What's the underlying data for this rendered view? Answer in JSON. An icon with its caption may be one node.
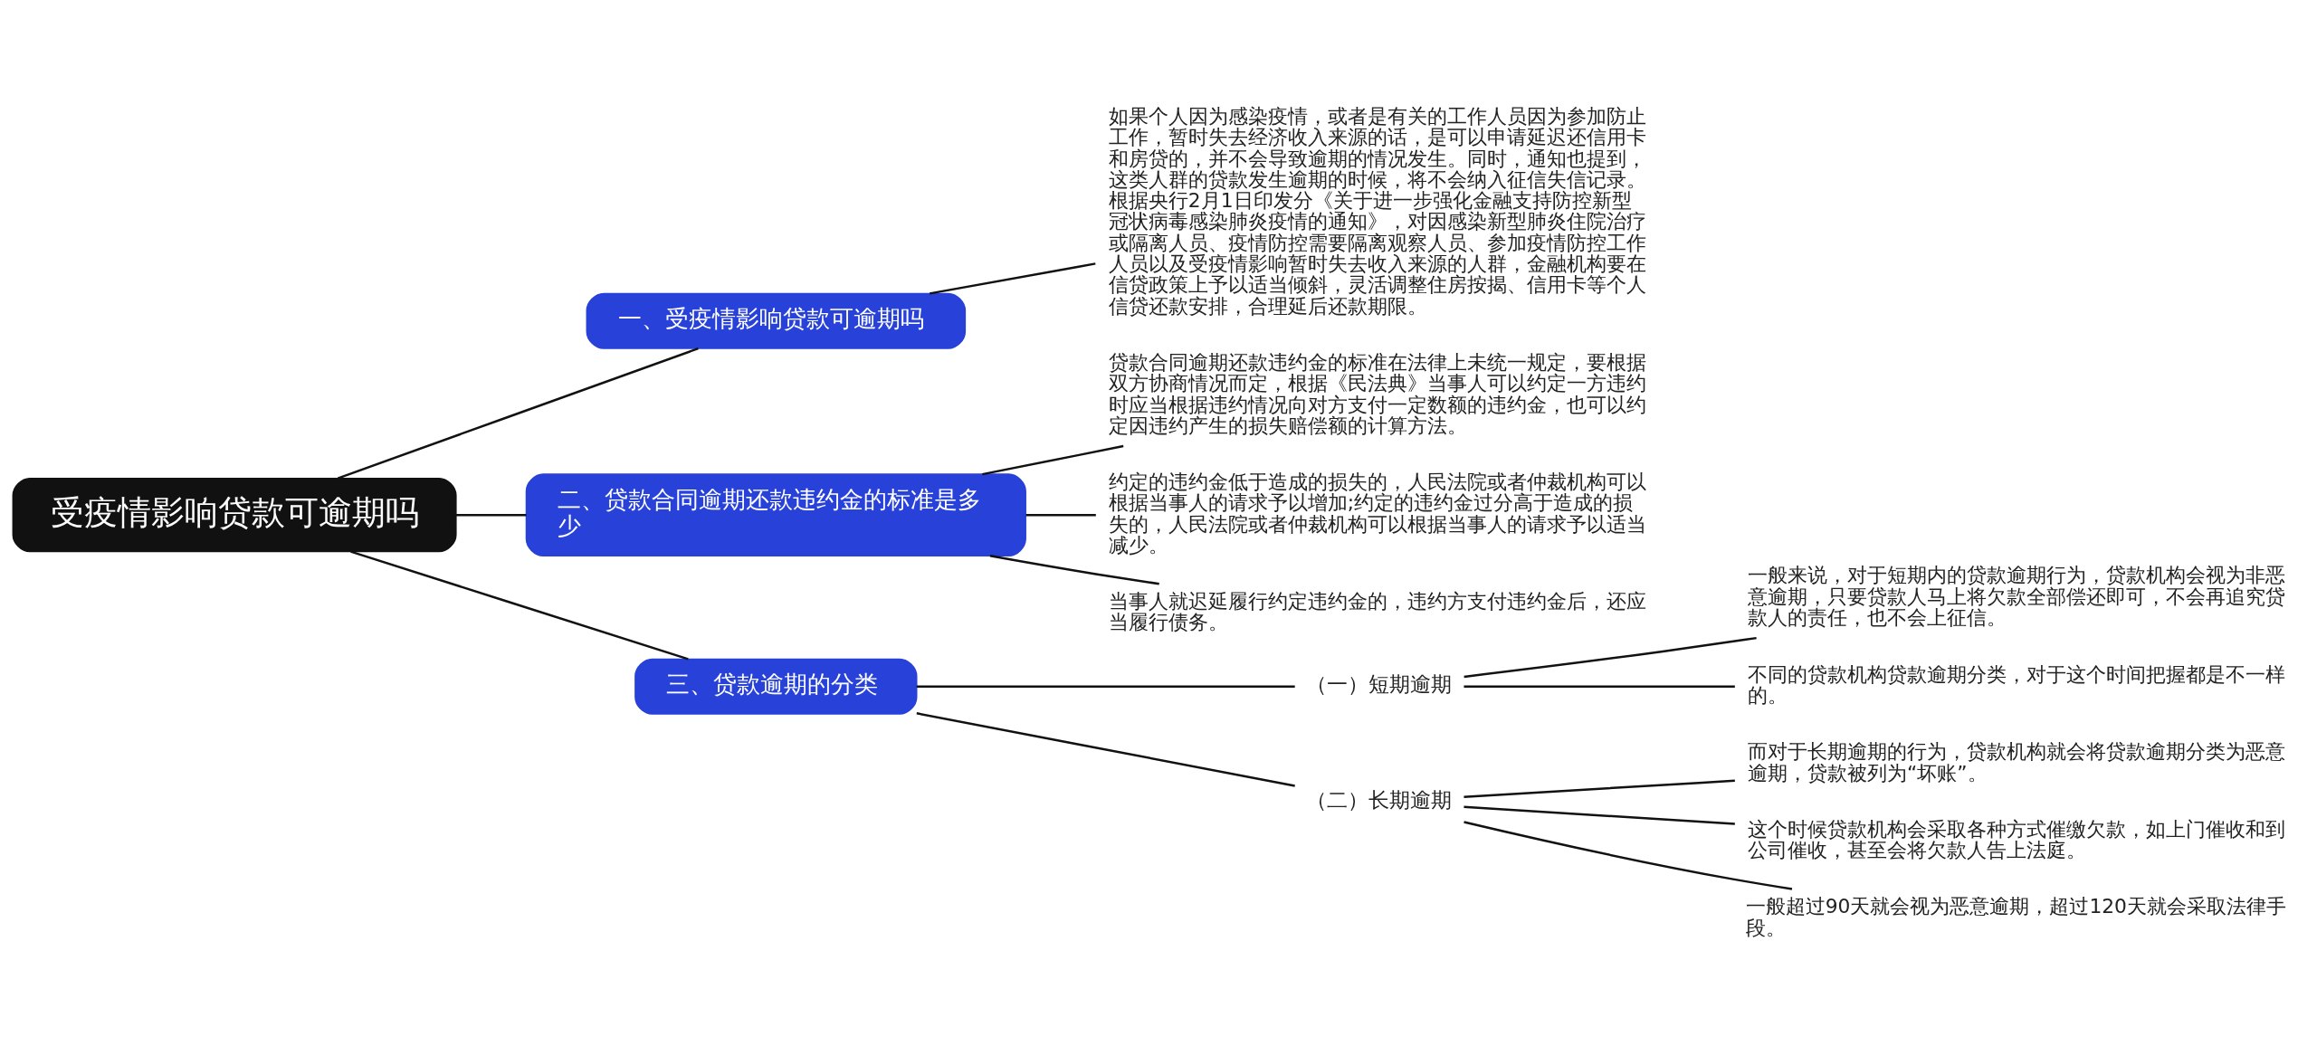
{
  "diagram": {
    "nodes": [
      {
        "text": [
          "受疫情影响贷款可逾期吗"
        ]
      },
      {
        "text": [
          "一、受疫情影响贷款可逾期吗"
        ]
      },
      {
        "text": [
          "如果个人因为感染疫情，或者是有关的工作人员因为参加防止工作，暂时失去经济收入来源的话，是可以申请延迟还信用卡和房贷的，并不会导致逾期的情况发生。同时，通知也提到，这类人群的贷款发生逾期的时候，将不会纳入征信失信记录。根据央行2月1日印发分《关于进一步强化金融支持防控新型冠状病毒感染肺炎疫情的通知》，对因感染新型肺炎住院治疗或隔离人员、疫情防控需要隔离观察人员、参加疫情防控工作人员以及受疫情影响暂时失去收入来源的人群，金融机构要在信贷政策上予以适当倾斜，灵活调整住房按揭、信用卡等个人信贷还款安排，合理延后还款期限。"
        ]
      },
      {
        "text": [
          "二、贷款合同逾期还款违约金的标准是多少"
        ]
      },
      {
        "text": [
          "贷款合同逾期还款违约金的标准在法律上未统一规定，要根据双方协商情况而定，根据《民法典》当事人可以约定一方违约时应当根据违约情况向对方支付一定数额的违约金，也可以约定因违约产生的损失赔偿额的计算方法。"
        ]
      },
      {
        "text": [
          "约定的违约金低于造成的损失的，人民法院或者仲裁机构可以根据当事人的请求予以增加;约定的违约金过分高于造成的损失的，人民法院或者仲裁机构可以根据当事人的请求予以适当减少。"
        ]
      },
      {
        "text": [
          "当事人就迟延履行约定违约金的，违约方支付违约金后，还应当履行债务。"
        ]
      },
      {
        "text": [
          "三、贷款逾期的分类"
        ]
      },
      {
        "text": [
          "（一）短期逾期"
        ]
      },
      {
        "text": [
          "一般来说，对于短期内的贷款逾期行为，贷款机构会视为非恶意逾期，只要贷款人马上将欠款全部偿还即可，不会再追究贷款人的责任，也不会上征信。"
        ]
      },
      {
        "text": [
          "不同的贷款机构贷款逾期分类，对于这个时间把握都是不一样的。"
        ]
      },
      {
        "text": [
          "（二）长期逾期"
        ]
      },
      {
        "text": [
          "而对于长期逾期的行为，贷款机构就会将贷款逾期分类为恶意逾期，贷款被列为“坏账”。"
        ]
      },
      {
        "text": [
          "这个时候贷款机构会采取各种方式催缴欠款，如上门催收和到公司催收，甚至会将欠款人告上法庭。"
        ]
      },
      {
        "text": [
          "一般超过90天就会视为恶意逾期，超过120天就会采取法律手段。"
        ]
      }
    ],
    "edges": [
      {
        "from": 0,
        "to": 1,
        "arrow": "none"
      },
      {
        "from": 1,
        "to": 2,
        "arrow": "none"
      },
      {
        "from": 0,
        "to": 3,
        "arrow": "none"
      },
      {
        "from": 3,
        "to": 4,
        "arrow": "none"
      },
      {
        "from": 3,
        "to": 5,
        "arrow": "none"
      },
      {
        "from": 3,
        "to": 6,
        "arrow": "none"
      },
      {
        "from": 0,
        "to": 7,
        "arrow": "none"
      },
      {
        "from": 7,
        "to": 8,
        "arrow": "none"
      },
      {
        "from": 8,
        "to": 9,
        "arrow": "none"
      },
      {
        "from": 8,
        "to": 10,
        "arrow": "none"
      },
      {
        "from": 7,
        "to": 11,
        "arrow": "none"
      },
      {
        "from": 11,
        "to": 12,
        "arrow": "none"
      },
      {
        "from": 11,
        "to": 13,
        "arrow": "none"
      },
      {
        "from": 11,
        "to": 14,
        "arrow": "none"
      }
    ]
  }
}
